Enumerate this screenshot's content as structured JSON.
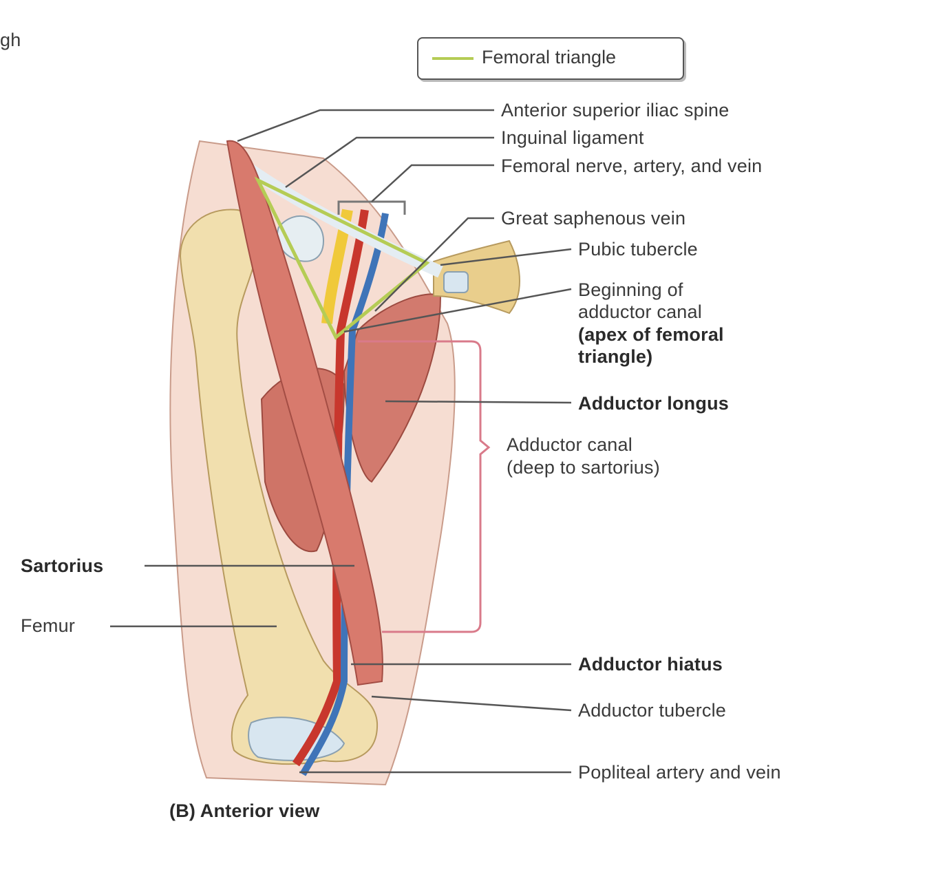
{
  "corner_text": "gh",
  "legend": {
    "label": "Femoral triangle",
    "line_color": "#b5cc55"
  },
  "labels": {
    "asis": "Anterior superior iliac spine",
    "inguinal": "Inguinal ligament",
    "femoral_nav": "Femoral nerve, artery, and vein",
    "saphenous": "Great saphenous vein",
    "pubic": "Pubic tubercle",
    "beginning_1": "Beginning of",
    "beginning_2": "adductor canal",
    "apex_1": "(apex of femoral",
    "apex_2": "triangle)",
    "add_longus": "Adductor longus",
    "add_canal_1": "Adductor canal",
    "add_canal_2": "(deep to sartorius)",
    "sartorius": "Sartorius",
    "femur": "Femur",
    "add_hiatus": "Adductor hiatus",
    "add_tubercle": "Adductor tubercle",
    "popliteal": "Popliteal artery and vein"
  },
  "caption": "(B) Anterior view",
  "colors": {
    "skin": "#f6ddd2",
    "bone": "#f1dfae",
    "bone_shade": "#dcc38a",
    "muscle": "#d27a6e",
    "muscle_dark": "#b3524a",
    "artery": "#c8372d",
    "vein": "#3f74b8",
    "nerve": "#f0c93a",
    "tendon": "#dfe8ef",
    "canal_bracket": "#d97a8a",
    "leader": "#555555"
  }
}
